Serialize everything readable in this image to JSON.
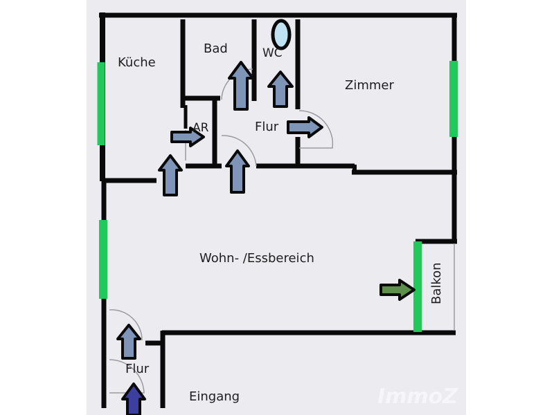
{
  "colors": {
    "wall": "#0a0a0a",
    "window": "#22c95a",
    "arrow_fill": "#7f95b8",
    "arrow_entry_fill": "#3d3fa0",
    "arrow_balcony_fill": "#5e8e4c",
    "floor": "#ebebf0",
    "door_swing": "#9a9aa0",
    "mirror_fill": "#bfe3f3"
  },
  "rooms": {
    "kueche": "Küche",
    "bad": "Bad",
    "wc": "WC",
    "zimmer": "Zimmer",
    "ar": "AR",
    "flur_upper": "Flur",
    "wohn": "Wohn- /Essbereich",
    "balkon": "Balkon",
    "flur_lower": "Flur",
    "eingang": "Eingang"
  },
  "watermark": "ImmoZ",
  "icons": {
    "door_arrow": "arrow-icon",
    "mirror": "oval-mirror-icon"
  }
}
